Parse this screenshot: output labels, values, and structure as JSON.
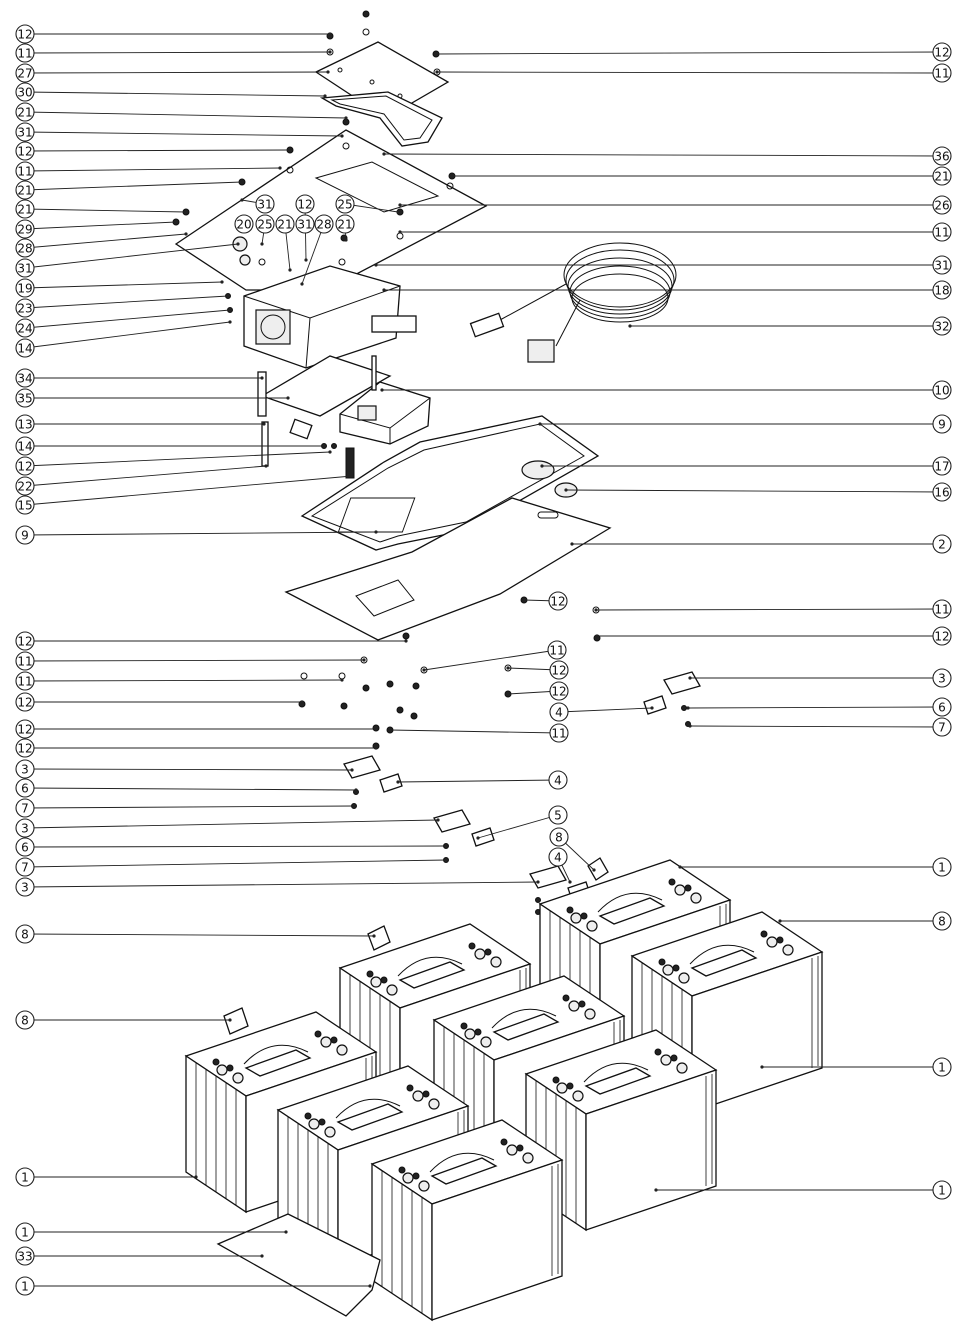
{
  "callouts_left": [
    "12",
    "11",
    "27",
    "30",
    "21",
    "31",
    "12",
    "11",
    "21",
    "21",
    "29",
    "28",
    "31",
    "19",
    "23",
    "24",
    "14",
    "34",
    "35",
    "13",
    "14",
    "12",
    "22",
    "15",
    "9",
    "12",
    "11",
    "11",
    "12",
    "12",
    "12",
    "3",
    "6",
    "7",
    "3",
    "6",
    "7",
    "3",
    "8",
    "8",
    "1",
    "1",
    "33",
    "1"
  ],
  "callouts_right": [
    "12",
    "11",
    "36",
    "21",
    "26",
    "11",
    "31",
    "18",
    "32",
    "10",
    "9",
    "17",
    "16",
    "2",
    "11",
    "12",
    "3",
    "6",
    "7",
    "1",
    "8",
    "1",
    "1"
  ],
  "callouts_inner": [
    "31",
    "20",
    "25",
    "21",
    "12",
    "31",
    "28",
    "21",
    "25",
    "12",
    "11",
    "12",
    "12",
    "11",
    "4",
    "5",
    "4",
    "8",
    "4"
  ],
  "colors": {
    "line": "#111111",
    "fill": "#ffffff",
    "shade": "#eeeeee"
  }
}
